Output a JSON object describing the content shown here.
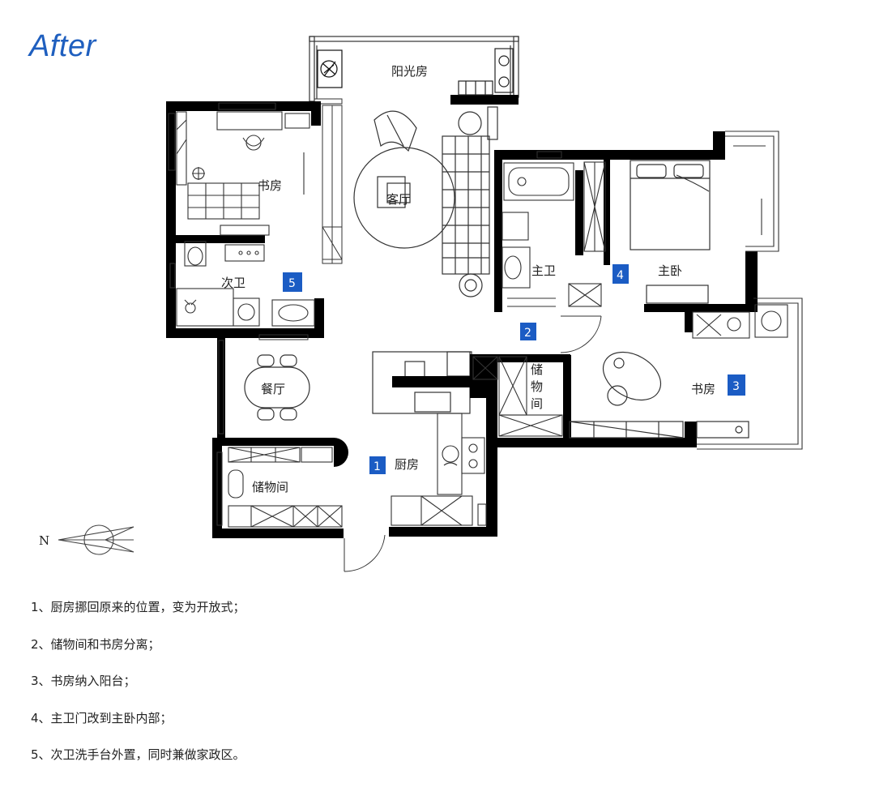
{
  "heading": "After",
  "colors": {
    "heading": "#1f5fbf",
    "badge": "#1b5cc4",
    "wall": "#000000",
    "line": "#666666"
  },
  "rooms": {
    "sunroom": "阳光房",
    "study_left": "书房",
    "living": "客厅",
    "second_bath": "次卫",
    "master_bath": "主卫",
    "master_bed": "主卧",
    "storage_mid": [
      "储",
      "物",
      "间"
    ],
    "dining": "餐厅",
    "study_right": "书房",
    "kitchen": "厨房",
    "storage_left": "储物间"
  },
  "badges": {
    "b1": "1",
    "b2": "2",
    "b3": "3",
    "b4": "4",
    "b5": "5"
  },
  "compass": {
    "north": "N",
    "icon": "compass-arrow-icon"
  },
  "notes": [
    "1、厨房挪回原来的位置，变为开放式；",
    "2、储物间和书房分离；",
    "3、书房纳入阳台；",
    "4、主卫门改到主卧内部；",
    "5、次卫洗手台外置，同时兼做家政区。"
  ]
}
